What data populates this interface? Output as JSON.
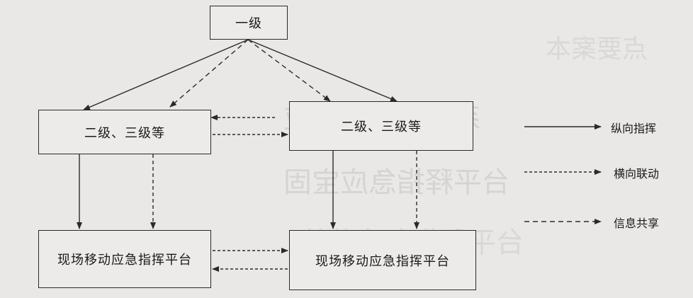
{
  "nodes": {
    "level1": "一级",
    "level23_left": "二级、三级等",
    "level23_right": "二级、三级等",
    "mobile_left": "现场移动应急指挥平台",
    "mobile_right": "现场移动应急指挥平台"
  },
  "legend": {
    "vertical": "纵向指挥",
    "horizontal": "横向联动",
    "info": "信息共享"
  }
}
